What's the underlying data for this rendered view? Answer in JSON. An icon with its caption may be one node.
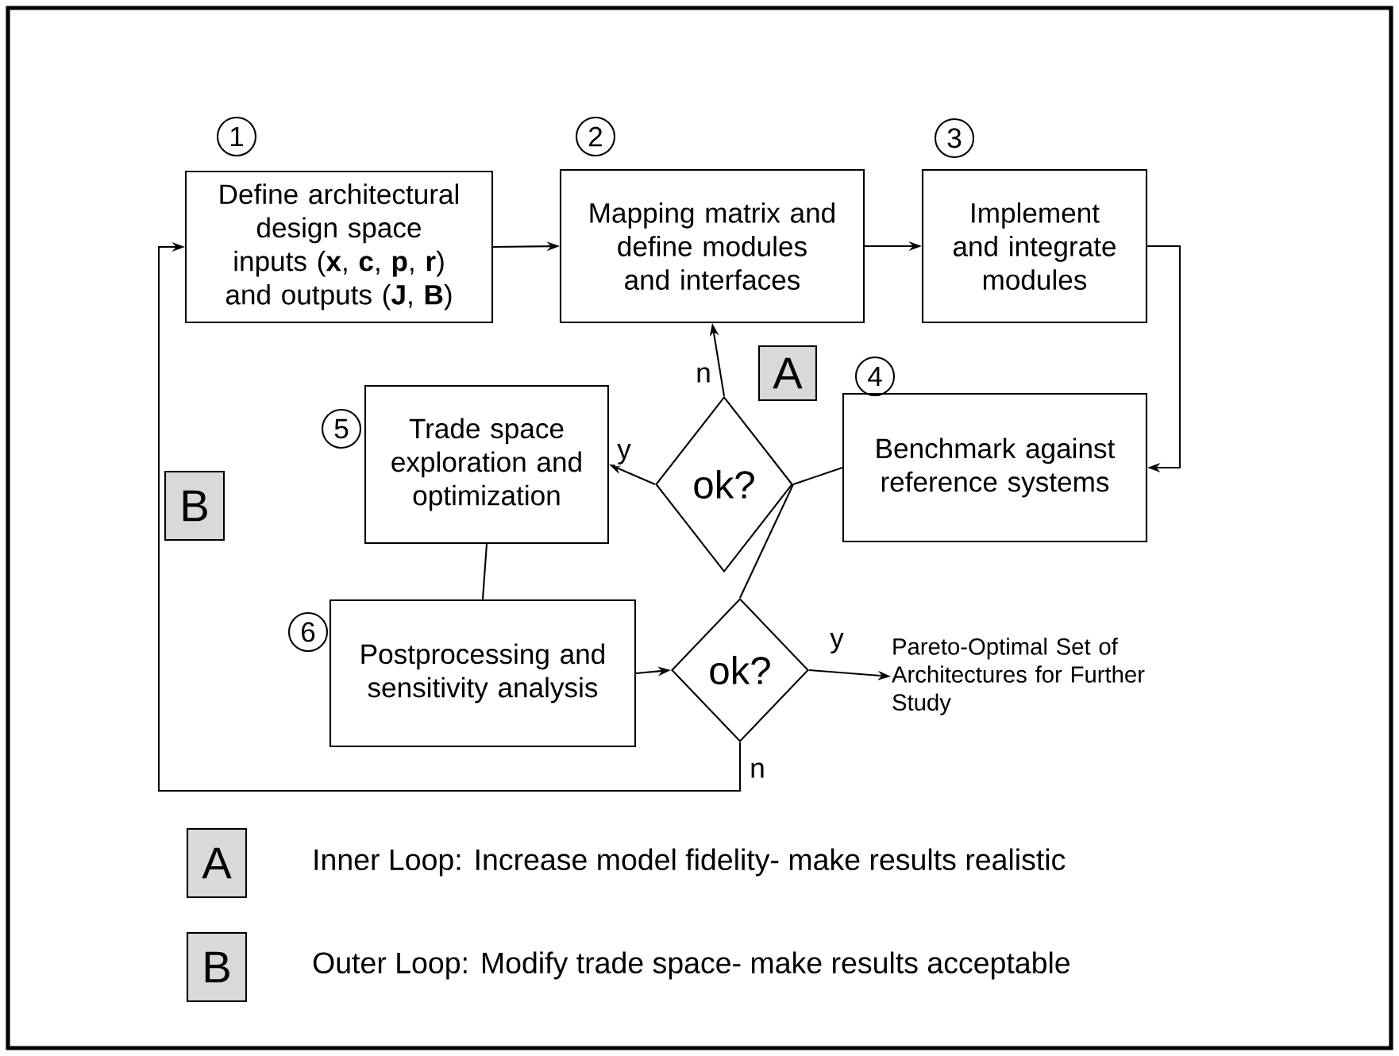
{
  "diagram": {
    "nodes": [
      {
        "text": [
          "Define architectural design space inputs (**x**, **c**, **p**, **r**) and outputs (**J**, **B**)"
        ],
        "beside": [
          "1"
        ]
      },
      {
        "text": [
          "Mapping matrix and define modules and interfaces"
        ],
        "beside": [
          "2"
        ]
      },
      {
        "text": [
          "Implement and integrate modules"
        ],
        "beside": [
          "3"
        ]
      },
      {
        "text": [
          "Benchmark against reference systems"
        ],
        "beside": [
          "4"
        ]
      },
      {
        "text": [
          "ok?"
        ]
      },
      {
        "text": [
          "Trade space exploration and optimization"
        ],
        "beside": [
          "5"
        ]
      },
      {
        "text": [
          "Postprocessing and sensitivity analysis"
        ],
        "beside": [
          "6"
        ]
      },
      {
        "text": [
          "ok?"
        ]
      },
      {
        "text": [
          "Pareto-Optimal Set of Architectures for Further Study"
        ]
      },
      {
        "text": [
          "A"
        ]
      },
      {
        "text": [
          "B"
        ]
      },
      {
        "text": [
          "A"
        ]
      },
      {
        "text": [
          "B"
        ]
      }
    ],
    "edges": [
      {
        "from": 0,
        "to": 1,
        "arrow": "to"
      },
      {
        "from": 1,
        "to": 2,
        "arrow": "to"
      },
      {
        "from": 2,
        "to": 3,
        "arrow": "to"
      },
      {
        "from": 3,
        "to": 4,
        "arrow": "none"
      },
      {
        "from": 4,
        "to": 1,
        "arrow": "to",
        "label": "n"
      },
      {
        "from": 4,
        "to": 5,
        "arrow": "to",
        "label": "y"
      },
      {
        "from": 5,
        "to": 6,
        "arrow": "none"
      },
      {
        "from": 4,
        "to": 7,
        "arrow": "none"
      },
      {
        "from": 6,
        "to": 7,
        "arrow": "to"
      },
      {
        "from": 7,
        "to": 8,
        "arrow": "to",
        "label": "y"
      },
      {
        "from": 7,
        "to": 0,
        "arrow": "to",
        "label": "n"
      }
    ],
    "legend": [
      {
        "text": "Inner Loop: Increase model fidelity- make results realistic"
      },
      {
        "text": "Outer Loop: Modify trade space- make results acceptable"
      }
    ]
  }
}
